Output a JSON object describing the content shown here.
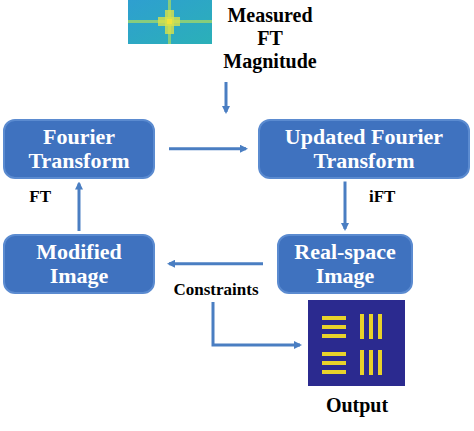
{
  "diagram": {
    "nodes": [
      {
        "text": [
          "Fourier Transform"
        ]
      },
      {
        "text": [
          "Updated Fourier Transform"
        ]
      },
      {
        "text": [
          "Real-space Image"
        ]
      },
      {
        "text": [
          "Modified Image"
        ]
      }
    ],
    "edges": [
      {
        "from": 0,
        "to": 1,
        "arrow": "to"
      },
      {
        "from": 1,
        "to": 2,
        "label": "iFT",
        "arrow": "to"
      },
      {
        "from": 2,
        "to": 3,
        "label": "Constraints",
        "arrow": "to"
      },
      {
        "from": 3,
        "to": 0,
        "label": "FT",
        "arrow": "to"
      }
    ],
    "labels": [
      "Measured FT Magnitude",
      "Output"
    ]
  }
}
